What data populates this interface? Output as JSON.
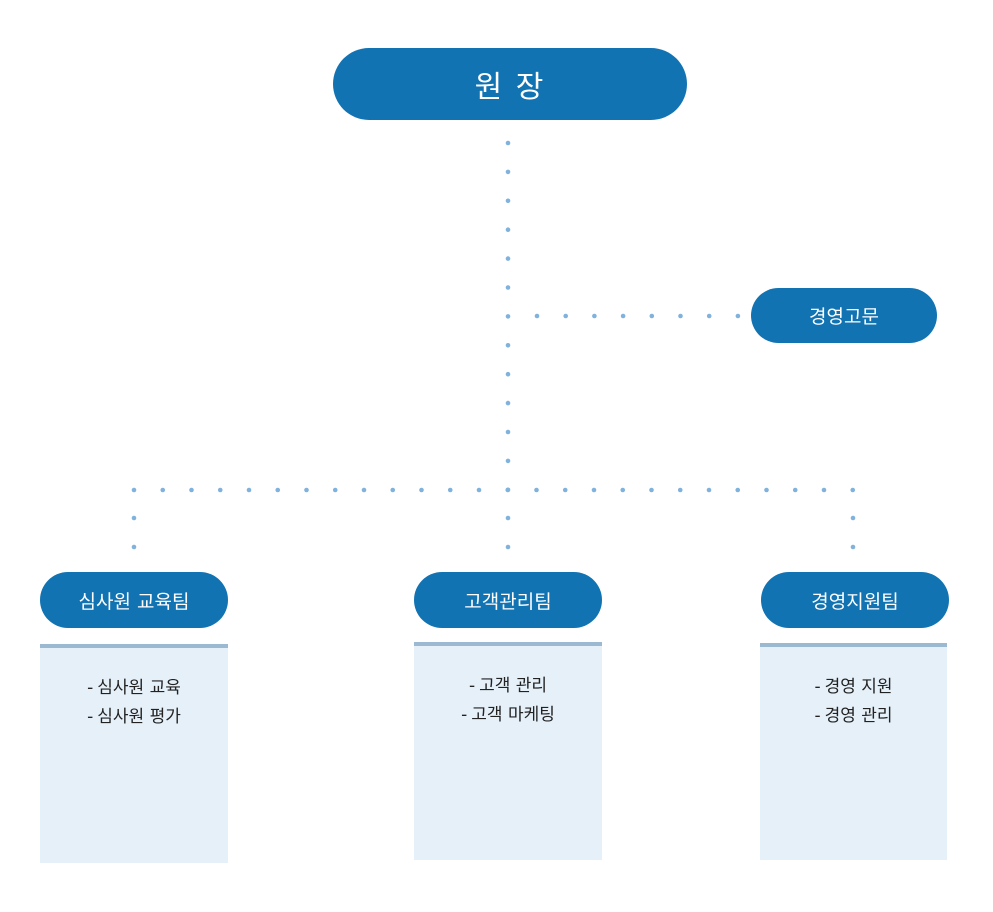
{
  "director": {
    "label": "원 장"
  },
  "advisor": {
    "label": "경영고문"
  },
  "teams": [
    {
      "label": "심사원 교육팀",
      "duties": [
        "심사원 교육",
        "심사원 평가"
      ]
    },
    {
      "label": "고객관리팀",
      "duties": [
        "고객 관리",
        "고객 마케팅"
      ]
    },
    {
      "label": "경영지원팀",
      "duties": [
        "경영 지원",
        "경영 관리"
      ]
    }
  ],
  "bullet": "-",
  "colors": {
    "node": "#1273b3",
    "connector": "#7fb2dc",
    "box_fill": "#e5f0f9",
    "box_border": "#9bb9d0"
  }
}
